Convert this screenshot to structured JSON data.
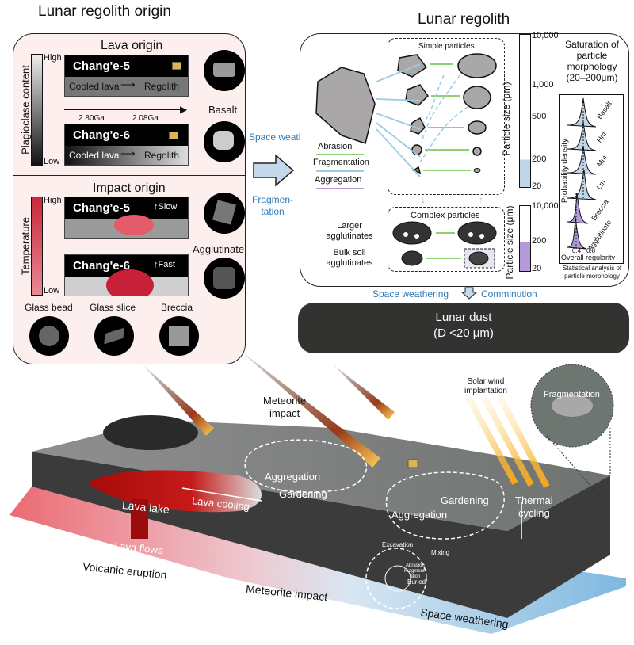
{
  "left_panel": {
    "title": "Lunar regolith origin",
    "lava": {
      "heading": "Lava origin",
      "axis_label": "Plagioclase content",
      "high": "High",
      "low": "Low",
      "ce5": {
        "name": "Chang'e-5",
        "from": "Cooled lava",
        "to": "Regolith"
      },
      "ce6": {
        "name": "Chang'e-6",
        "from": "Cooled lava",
        "to": "Regolith"
      },
      "timeline": [
        "2.80Ga",
        "2.08Ga"
      ],
      "sample_label": "Basalt"
    },
    "impact": {
      "heading": "Impact origin",
      "axis_label": "Temperature",
      "high": "High",
      "low": "Low",
      "ce5": {
        "name": "Chang'e-5",
        "rate": "Slow"
      },
      "ce6": {
        "name": "Chang'e-6",
        "rate": "Fast"
      },
      "sample_label": "Agglutinate",
      "samples": [
        "Glass bead",
        "Glass slice",
        "Breccia"
      ]
    }
  },
  "middle": {
    "top_label": "Space weathering",
    "bottom_label_1": "Fragmen-",
    "bottom_label_2": "tation"
  },
  "right_panel": {
    "title": "Lunar regolith",
    "legend": [
      {
        "label": "Abrasion",
        "color": "#8fd070"
      },
      {
        "label": "Fragmentation",
        "color": "#9ccbe4"
      },
      {
        "label": "Aggregation",
        "color": "#b49ad6"
      }
    ],
    "simple_title": "Simple particles",
    "complex_title": "Complex particles",
    "complex_rows": [
      "Larger",
      "agglutinates",
      "Bulk soil",
      "agglutinates"
    ],
    "size_axis": "Particle size (μm)",
    "size_ticks_top": [
      "10,000",
      "1,000",
      "500",
      "200",
      "20"
    ],
    "size_ticks_bottom": [
      "10,000",
      "200",
      "20"
    ],
    "saturation_title": [
      "Saturation of",
      "particle",
      "morphology",
      "(20–200μm)"
    ],
    "density_ylabel": "Probability density",
    "density_xlabel": "Overall regularity",
    "density_xticks": [
      "0.4",
      "0.8"
    ],
    "density_series": [
      "Basalt",
      "Hm",
      "Mm",
      "Lm",
      "Breccia",
      "Agglutinate"
    ],
    "caption": [
      "Statistical analysis of",
      "particle morphology"
    ]
  },
  "process": {
    "left": "Space weathering",
    "right": "Comminution"
  },
  "dust": {
    "line1": "Lunar dust",
    "line2": "(D <20 μm)"
  },
  "scene": {
    "meteorite_impact": [
      "Meteorite",
      "impact"
    ],
    "solar_wind": [
      "Solar wind",
      "implantation"
    ],
    "fragmentation": "Fragmentation",
    "aggregation_1": "Aggregation",
    "gardening_1": "Gardening",
    "aggregation_2": "Aggregation",
    "gardening_2": "Gardening",
    "thermal": [
      "Thermal",
      "cycling"
    ],
    "lava_lake": "Lava lake",
    "lava_cooling": "Lava cooling",
    "lava_flows": "Lava flows",
    "cycle": {
      "excavation": "Excavation",
      "mixing": "Mixing",
      "buried": "Buried",
      "center": [
        "Abrasion",
        "Fragment-",
        "ation"
      ]
    },
    "base_labels": [
      "Volcanic eruption",
      "Meteorite impact",
      "Space weathering"
    ]
  }
}
